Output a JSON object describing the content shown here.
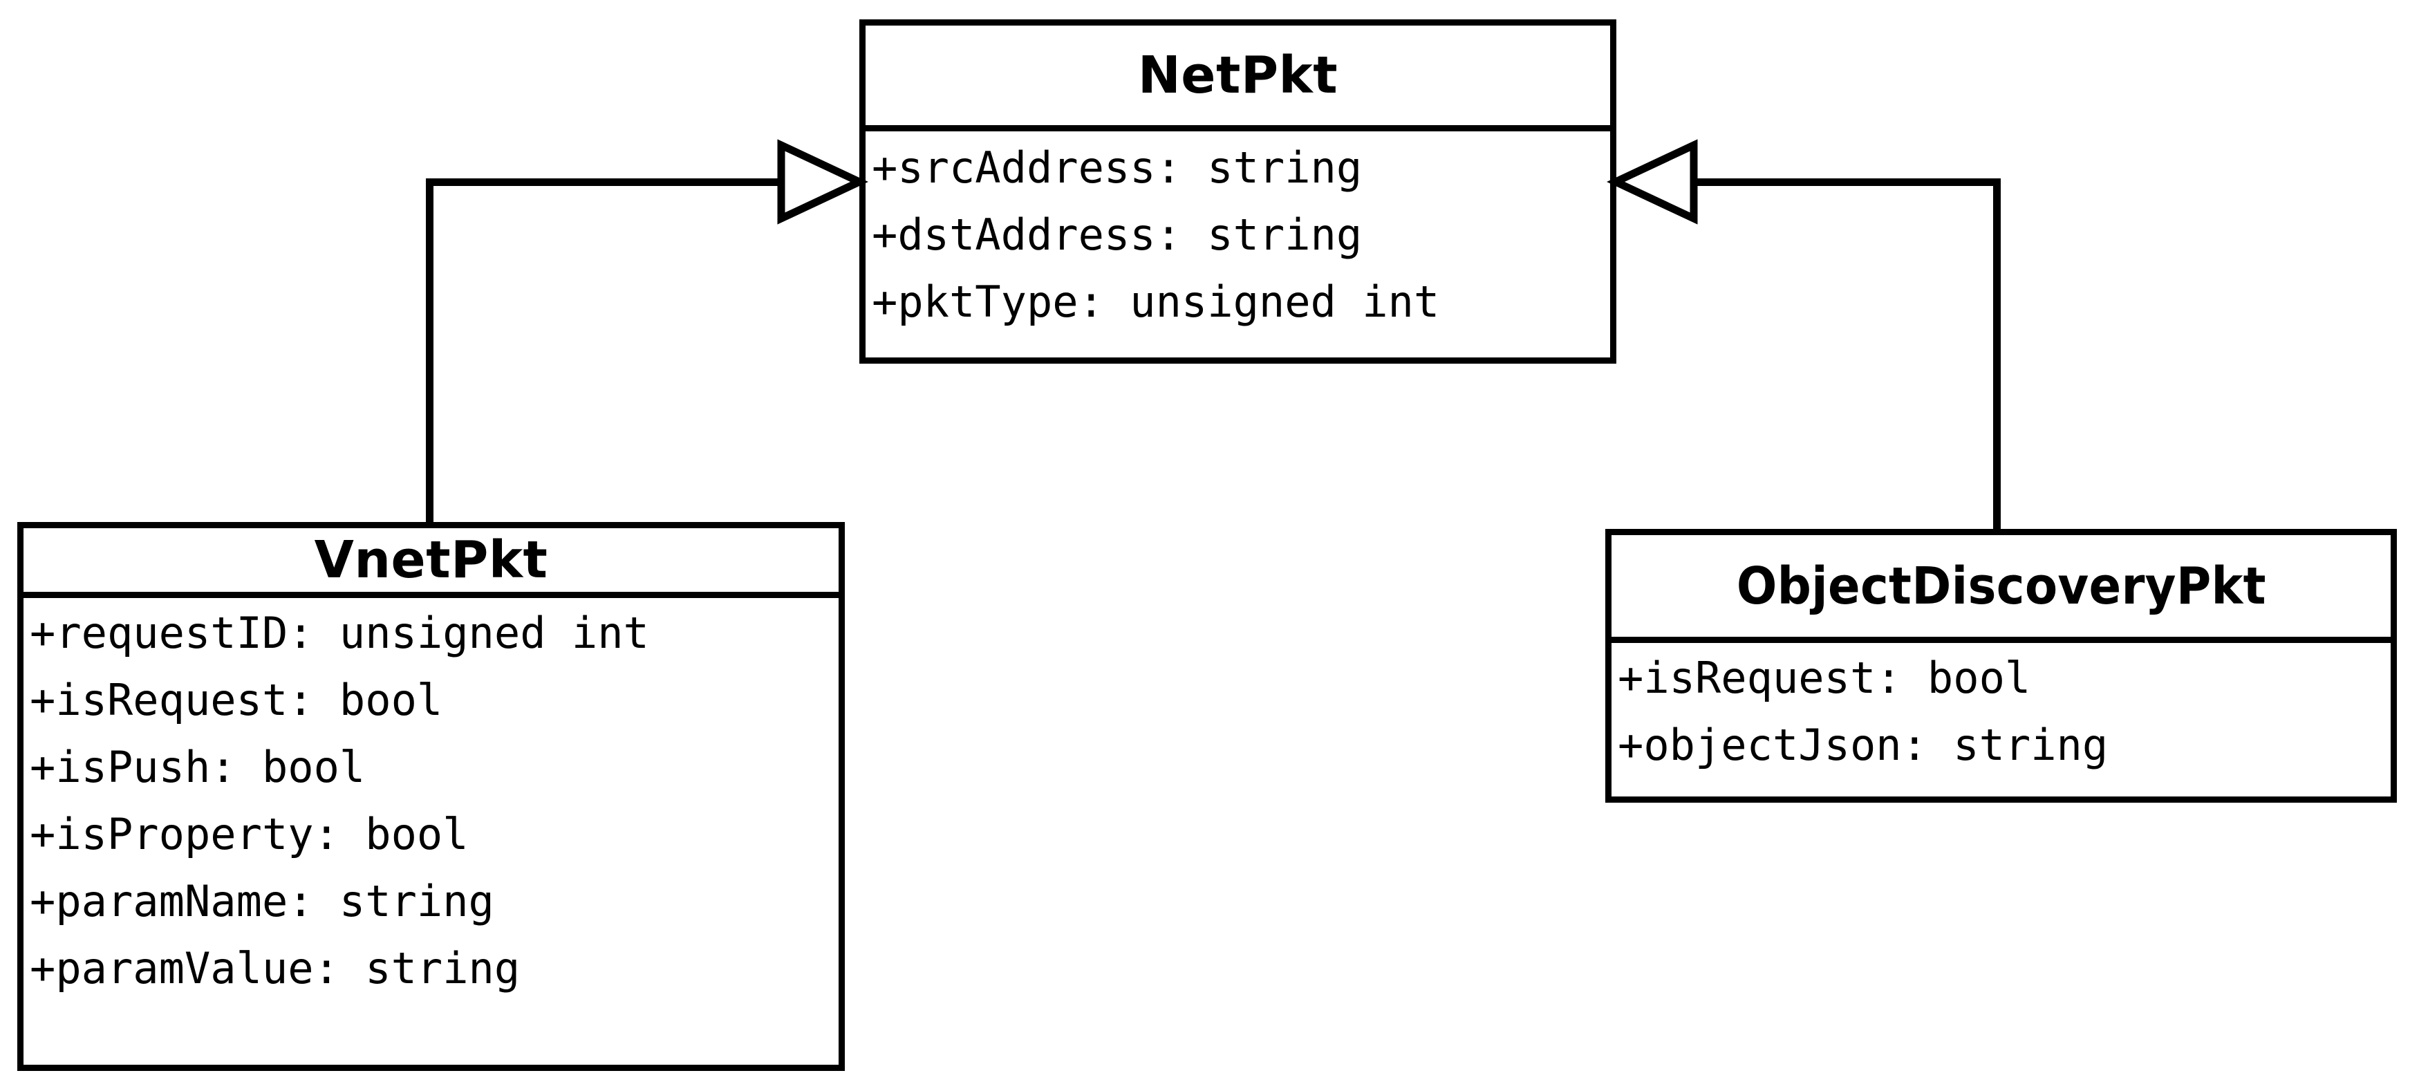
{
  "diagram": {
    "type": "uml-class-diagram",
    "classes": [
      {
        "id": "netpkt",
        "name": "NetPkt",
        "attributes": [
          "+srcAddress: string",
          "+dstAddress: string",
          "+pktType: unsigned int"
        ]
      },
      {
        "id": "vnetpkt",
        "name": "VnetPkt",
        "attributes": [
          "+requestID: unsigned int",
          "+isRequest: bool",
          "+isPush: bool",
          "+isProperty: bool",
          "+paramName: string",
          "+paramValue: string"
        ]
      },
      {
        "id": "objdiscpkt",
        "name": "ObjectDiscoveryPkt",
        "attributes": [
          "+isRequest: bool",
          "+objectJson: string"
        ]
      }
    ],
    "relationships": [
      {
        "id": "gen-vnetpkt-netpkt",
        "kind": "generalization",
        "source": "VnetPkt",
        "target": "NetPkt",
        "arrow": "hollow-triangle-icon"
      },
      {
        "id": "gen-objdiscpkt-netpkt",
        "kind": "generalization",
        "source": "ObjectDiscoveryPkt",
        "target": "NetPkt",
        "arrow": "hollow-triangle-icon"
      }
    ],
    "colors": {
      "stroke": "#000000",
      "fill": "#ffffff",
      "text": "#000000"
    }
  }
}
